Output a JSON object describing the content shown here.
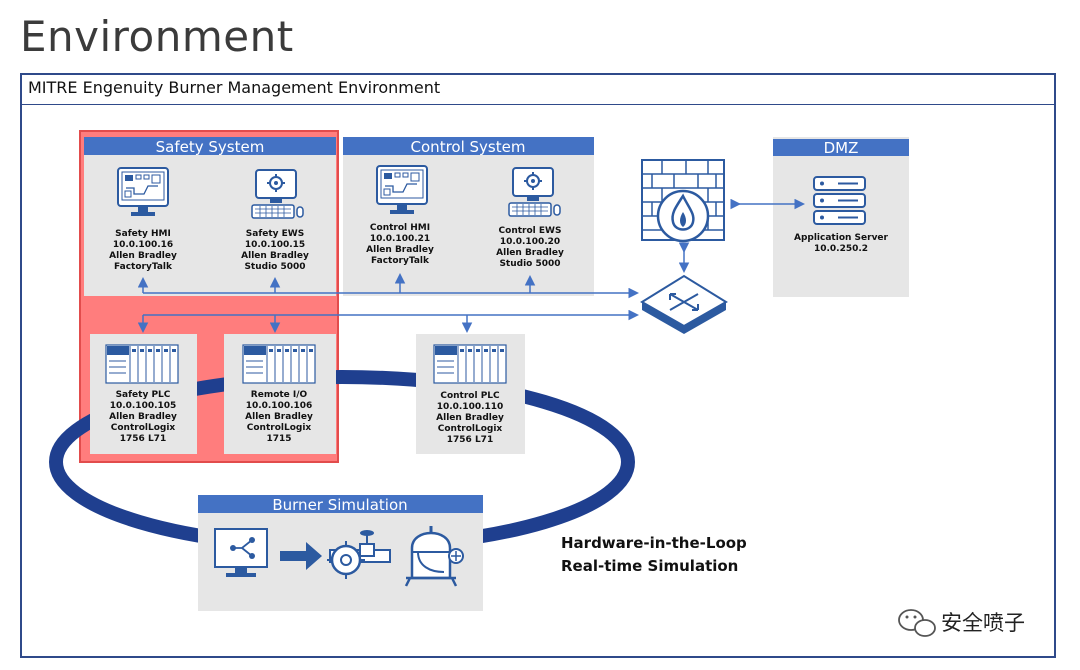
{
  "page": {
    "title": "Environment",
    "frame_title": "MITRE Engenuity Burner Management Environment"
  },
  "sections": {
    "safety_system": "Safety System",
    "control_system": "Control System",
    "dmz": "DMZ",
    "burner_simulation": "Burner Simulation"
  },
  "devices": {
    "safety_hmi": [
      "Safety HMI",
      "10.0.100.16",
      "Allen Bradley",
      "FactoryTalk"
    ],
    "safety_ews": [
      "Safety EWS",
      "10.0.100.15",
      "Allen Bradley",
      "Studio 5000"
    ],
    "control_hmi": [
      "Control  HMI",
      "10.0.100.21",
      "Allen Bradley",
      "FactoryTalk"
    ],
    "control_ews": [
      "Control  EWS",
      "10.0.100.20",
      "Allen Bradley",
      "Studio 5000"
    ],
    "app_server": [
      "Application Server",
      "10.0.250.2"
    ],
    "safety_plc": [
      "Safety PLC",
      "10.0.100.105",
      "Allen Bradley",
      "ControlLogix",
      "1756 L71"
    ],
    "remote_io": [
      "Remote I/O",
      "10.0.100.106",
      "Allen Bradley",
      "ControlLogix",
      "1715"
    ],
    "control_plc": [
      "Control  PLC",
      "10.0.100.110",
      "Allen Bradley",
      "ControlLogix",
      "1756 L71"
    ]
  },
  "caption": {
    "line1": "Hardware-in-the-Loop",
    "line2": "Real-time Simulation"
  },
  "watermark": "安全喷子",
  "icons": [
    "hmi-monitor-icon",
    "ews-workstation-icon",
    "firewall-icon",
    "network-switch-icon",
    "server-rack-icon",
    "plc-chassis-icon",
    "simulation-monitor-icon",
    "pump-valve-icon",
    "boiler-tank-icon",
    "wechat-logo-icon"
  ],
  "colors": {
    "header_blue": "#4472c4",
    "line_blue": "#4472c4",
    "panel_gray": "#e6e6e6",
    "safety_red": "#ff7d7d",
    "loop_navy": "#1f3f8f",
    "icon_blue": "#2c5aa0"
  }
}
